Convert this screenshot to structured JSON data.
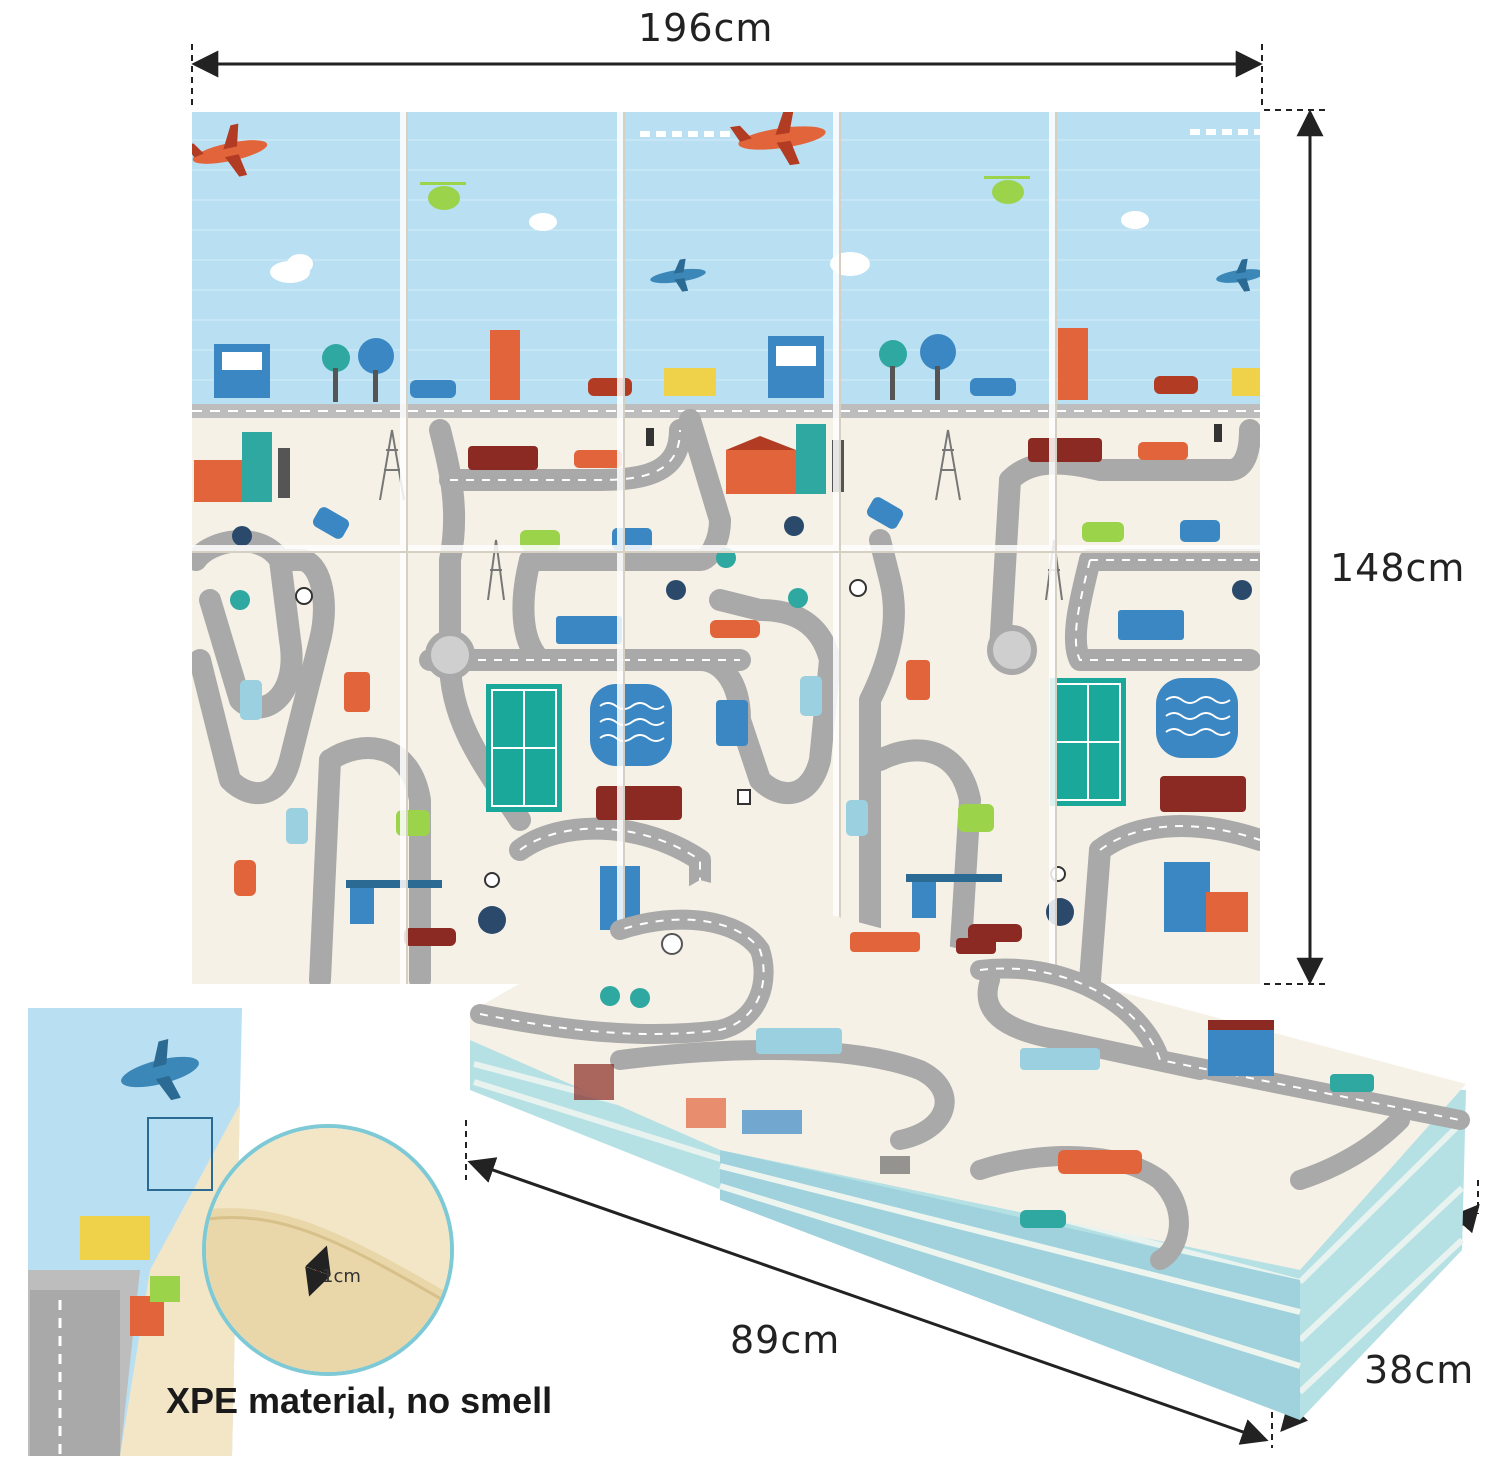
{
  "dimensions": {
    "width_label": "196cm",
    "height_label": "148cm",
    "folded_length_label": "89cm",
    "folded_depth_label": "38cm",
    "thickness_label": "1cm"
  },
  "material_caption": "XPE material, no smell",
  "colors": {
    "sky": "#b9dff2",
    "ground": "#f6f1e6",
    "road": "#a9a9a9",
    "teal": "#1aa89a",
    "foam": "#f3e6c6",
    "edge_blue": "#9fd2dc",
    "arrow": "#222222"
  },
  "icons": [
    "airplane-icon",
    "helicopter-icon",
    "cloud-icon",
    "tree-icon",
    "car-icon",
    "bus-icon",
    "truck-icon",
    "tennis-court-icon",
    "pool-icon",
    "building-icon",
    "pylon-icon",
    "traffic-light-icon"
  ]
}
